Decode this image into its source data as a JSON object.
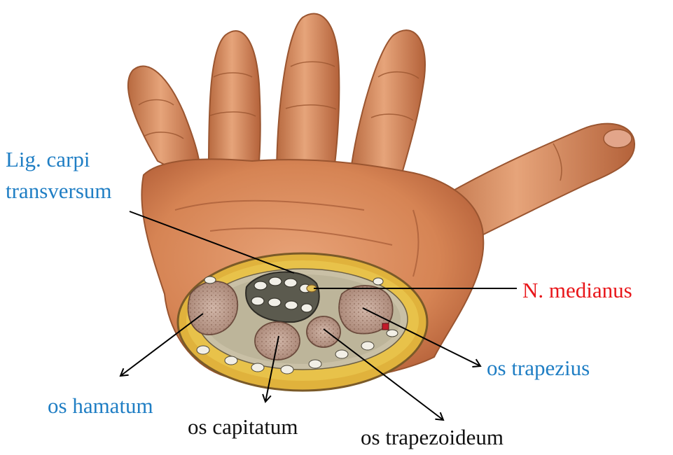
{
  "labels": {
    "lig_carpi_line1": "Lig. carpi",
    "lig_carpi_line2": "transversum",
    "n_medianus": "N. medianus",
    "os_trapezius": "os trapezius",
    "os_hamatum": "os hamatum",
    "os_capitatum": "os capitatum",
    "os_trapezoideum": "os trapezoideum"
  },
  "colors": {
    "label_blue": "#1f7ec4",
    "label_red": "#e8161a",
    "label_black": "#111111",
    "skin": "#d88a5e",
    "fat": "#e3b93a",
    "bone": "#c8a89a"
  }
}
